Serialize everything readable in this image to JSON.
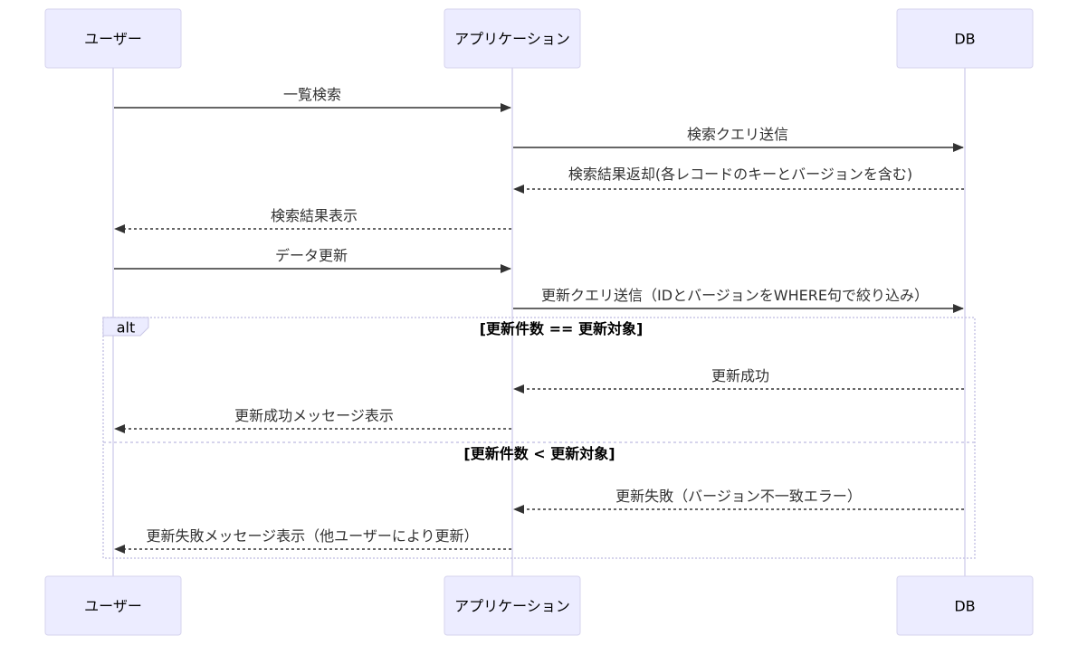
{
  "participants": [
    {
      "id": "user",
      "label": "ユーザー"
    },
    {
      "id": "app",
      "label": "アプリケーション"
    },
    {
      "id": "db",
      "label": "DB"
    }
  ],
  "messages": [
    {
      "from": "user",
      "to": "app",
      "text": "一覧検索",
      "style": "solid"
    },
    {
      "from": "app",
      "to": "db",
      "text": "検索クエリ送信",
      "style": "solid"
    },
    {
      "from": "db",
      "to": "app",
      "text": "検索結果返却(各レコードのキーとバージョンを含む)",
      "style": "dashed"
    },
    {
      "from": "app",
      "to": "user",
      "text": "検索結果表示",
      "style": "dashed"
    },
    {
      "from": "user",
      "to": "app",
      "text": "データ更新",
      "style": "solid"
    },
    {
      "from": "app",
      "to": "db",
      "text": "更新クエリ送信（IDとバージョンをWHERE句で絞り込み）",
      "style": "solid"
    }
  ],
  "alt_block": {
    "kind": "alt",
    "branches": [
      {
        "condition": "[更新件数 == 更新対象]",
        "messages": [
          {
            "from": "db",
            "to": "app",
            "text": "更新成功",
            "style": "dashed"
          },
          {
            "from": "app",
            "to": "user",
            "text": "更新成功メッセージ表示",
            "style": "dashed"
          }
        ]
      },
      {
        "condition": "[更新件数 < 更新対象]",
        "messages": [
          {
            "from": "db",
            "to": "app",
            "text": "更新失敗（バージョン不一致エラー）",
            "style": "dashed"
          },
          {
            "from": "app",
            "to": "user",
            "text": "更新失敗メッセージ表示（他ユーザーにより更新）",
            "style": "dashed"
          }
        ]
      }
    ]
  },
  "colors": {
    "actor_fill": "#ECECFF",
    "actor_border": "#D6D3EE",
    "line": "#333333",
    "lifeline": "#D6D3EE"
  }
}
